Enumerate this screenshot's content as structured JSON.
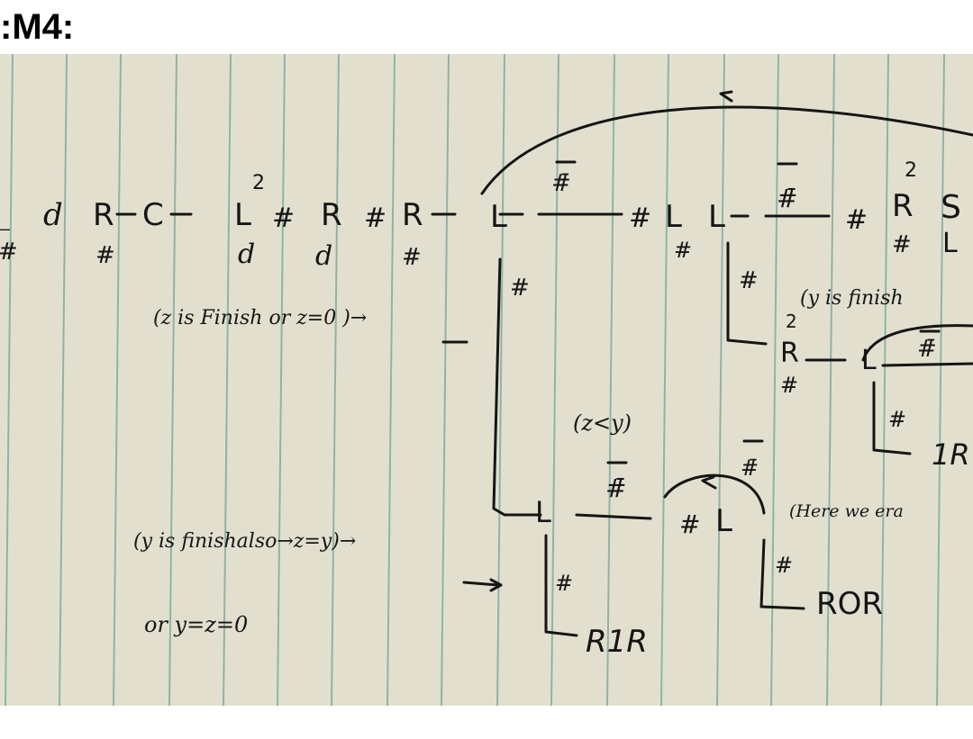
{
  "title": ":M4:",
  "row1": {
    "lead_dash": "_",
    "d1": "d",
    "R1": "R",
    "C": "C",
    "L_top": "2",
    "L": "L",
    "L_sub": "d",
    "hash1": "#",
    "R2": "R",
    "R2_sub": "d",
    "hash2": "#",
    "R3": "R",
    "R3_sub": "#",
    "left_hash": "#",
    "R1_sub": "#",
    "mainL": "L",
    "edge1": "#̄",
    "hashL": "#",
    "L2": "L",
    "L2_sub": "#",
    "L3": "L",
    "edge2": "#̄",
    "hashR": "#",
    "Rsq_top": "2",
    "Rsq": "R",
    "Rsq_sub": "#",
    "S": "S",
    "S_sub": "L"
  },
  "conditions": {
    "z_finish": "(z is Finish or z=0 )→",
    "y_finish": "(y is finish",
    "z_lt_y": "(z<y)",
    "y_finish_also_1": "(y is finishalso→z=y)→",
    "y_finish_also_2": "or y=z=0",
    "here_we": "(Here we era"
  },
  "branches": {
    "hash_main_down": "#",
    "hash_L3_down": "#",
    "R2sq_top": "2",
    "R2sq": "R",
    "R2sq_sub": "#",
    "L_small": "L",
    "edge_small": "#̄",
    "hash_small_down": "#",
    "one_R": "1R",
    "L_bottom": "L",
    "edge_bottom": "#̄",
    "hashbar_above": "#̄",
    "hash_L_loop": "#",
    "L_loop": "L",
    "hash_loop_down": "#",
    "ROR": "ROR",
    "hash_R1R": "#",
    "R1R": "R1R"
  }
}
